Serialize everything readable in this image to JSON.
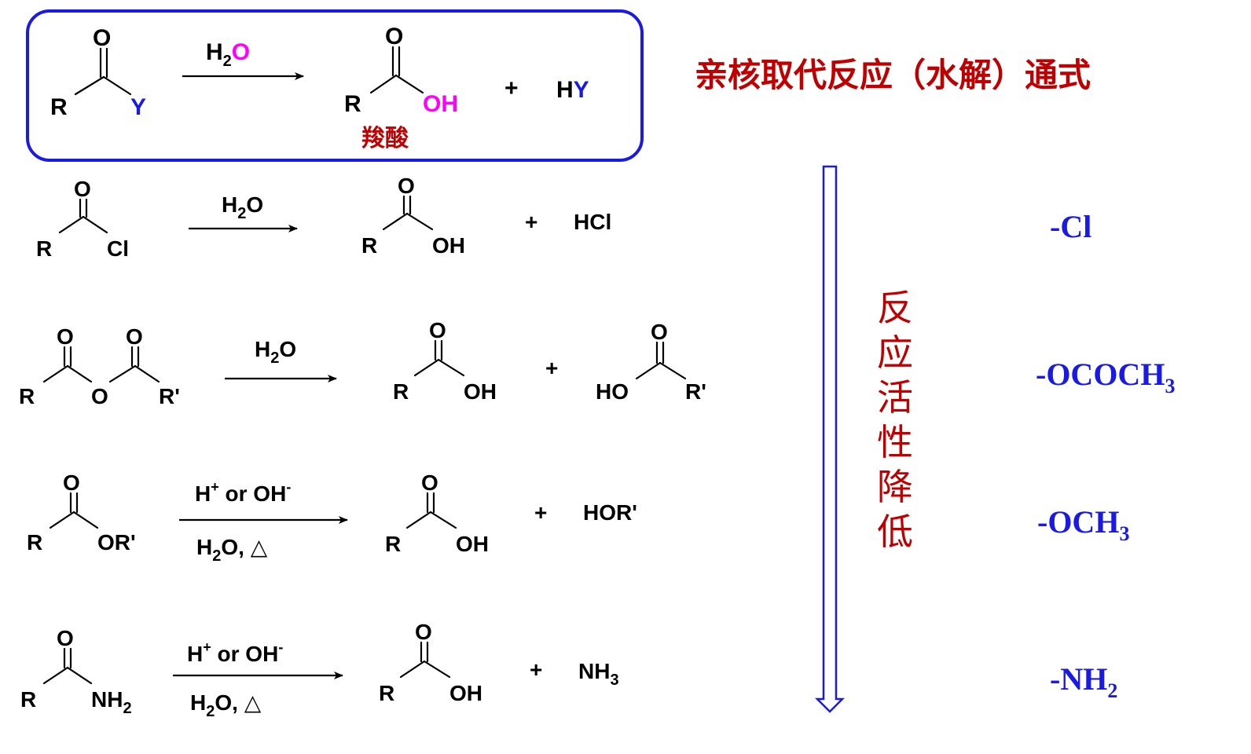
{
  "colors": {
    "frame": "#1a1ae6",
    "title_red": "#c00000",
    "blue": "#1a1ae6",
    "magenta": "#ff00ff",
    "black": "#000000"
  },
  "atoms": {
    "O": "O",
    "R": "R",
    "Rp": "R'",
    "OH": "OH",
    "HO": "HO",
    "Y": "Y",
    "Cl": "Cl",
    "ORp": "OR'",
    "NH": "NH",
    "N": "N",
    "H": "H",
    "2": "2",
    "3": "3",
    "plus": "+",
    "plus_sup": "+",
    "minus_sup": "-"
  },
  "general": {
    "reagent_h2o_H": "H",
    "reagent_h2o_2": "2",
    "reagent_h2o_O": "O",
    "product_label": "羧酸",
    "byproduct_H": "H",
    "byproduct_Y": "Y"
  },
  "title": "亲核取代反应（水解）通式",
  "reactions": {
    "acyl_chloride": {
      "reagent": "H₂O",
      "byproduct": "HCl"
    },
    "anhydride": {
      "reagent": "H₂O"
    },
    "ester": {
      "reagent_top_a": "H",
      "reagent_top_b": " or OH",
      "reagent_bottom": "H₂O, △",
      "byproduct": "HOR'"
    },
    "amide": {
      "reagent_top_a": "H",
      "reagent_top_b": " or OH",
      "reagent_bottom": "H₂O, △",
      "byproduct_a": "NH",
      "byproduct_b": "3"
    }
  },
  "reactivity": {
    "label_chars": [
      "反",
      "应",
      "活",
      "性",
      "降",
      "低"
    ]
  },
  "leaving_groups": {
    "cl": "-Cl",
    "ococh3_main": "-OCOCH",
    "ococh3_sub": "3",
    "och3_main": "-OCH",
    "och3_sub": "3",
    "nh2_main": "-NH",
    "nh2_sub": "2"
  }
}
